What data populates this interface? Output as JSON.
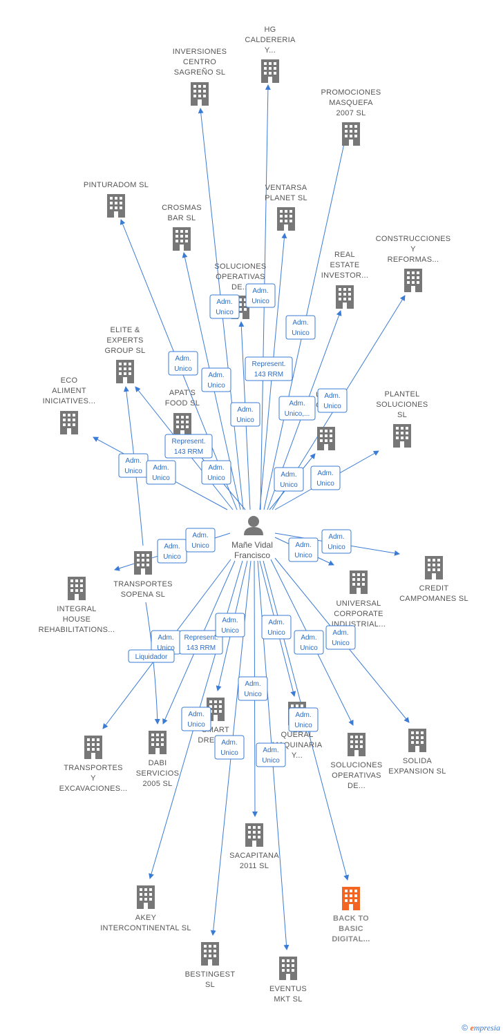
{
  "center": {
    "name_lines": [
      "Mañe Vidal",
      "Francisco"
    ],
    "icon": "person-icon"
  },
  "accent_color": "#3a7bd5",
  "node_color": "#777777",
  "focus_color": "#f26522",
  "companies": [
    {
      "id": "hg",
      "lines": [
        "HG",
        "CALDERERIA",
        "Y..."
      ]
    },
    {
      "id": "inversiones",
      "lines": [
        "INVERSIONES",
        "CENTRO",
        "SAGREÑO  SL"
      ]
    },
    {
      "id": "promociones",
      "lines": [
        "PROMOCIONES",
        "MASQUEFA",
        "2007 SL"
      ]
    },
    {
      "id": "pinturadom",
      "lines": [
        "PINTURADOM SL"
      ]
    },
    {
      "id": "ventarsa",
      "lines": [
        "VENTARSA",
        "PLANET SL"
      ]
    },
    {
      "id": "crosmas",
      "lines": [
        "CROSMAS",
        "BAR SL"
      ]
    },
    {
      "id": "construcciones",
      "lines": [
        "CONSTRUCCIONES",
        "Y",
        "REFORMAS..."
      ]
    },
    {
      "id": "soluciones_top",
      "lines": [
        "SOLUCIONES",
        "OPERATIVAS",
        "DE..."
      ]
    },
    {
      "id": "real_estate",
      "lines": [
        "REAL",
        "ESTATE",
        "INVESTOR..."
      ]
    },
    {
      "id": "elite",
      "lines": [
        "ELITE &",
        "EXPERTS",
        "GROUP  SL"
      ]
    },
    {
      "id": "eco",
      "lines": [
        "ECO",
        "ALIMENT",
        "INICIATIVES..."
      ]
    },
    {
      "id": "apats",
      "lines": [
        "APAT'S",
        "FOOD  SL"
      ]
    },
    {
      "id": "legal",
      "lines": [
        "UNI...",
        "...GAL SL"
      ]
    },
    {
      "id": "plantel",
      "lines": [
        "PLANTEL",
        "SOLUCIONES",
        "SL"
      ]
    },
    {
      "id": "transportes_sopena",
      "lines": [
        "TRANSPORTES",
        "SOPENA SL"
      ]
    },
    {
      "id": "credit",
      "lines": [
        "CREDIT",
        "CAMPOMANES SL"
      ]
    },
    {
      "id": "integral",
      "lines": [
        "INTEGRAL",
        "HOUSE",
        "REHABILITATIONS..."
      ]
    },
    {
      "id": "universal",
      "lines": [
        "UNIVERSAL",
        "CORPORATE",
        "INDUSTRIAL..."
      ]
    },
    {
      "id": "smart",
      "lines": [
        "SMART",
        "DREAM..."
      ]
    },
    {
      "id": "queral",
      "lines": [
        "QUERAL",
        "MAQUINARIA",
        "Y..."
      ]
    },
    {
      "id": "transportes_exc",
      "lines": [
        "TRANSPORTES",
        "Y",
        "EXCAVACIONES..."
      ]
    },
    {
      "id": "dabi",
      "lines": [
        "DABI",
        "SERVICIOS",
        "2005 SL"
      ]
    },
    {
      "id": "soluciones_bottom",
      "lines": [
        "SOLUCIONES",
        "OPERATIVAS",
        "DE..."
      ]
    },
    {
      "id": "solida",
      "lines": [
        "SOLIDA",
        "EXPANSION  SL"
      ]
    },
    {
      "id": "sacapitana",
      "lines": [
        "SACAPITANA",
        "2011 SL"
      ]
    },
    {
      "id": "akey",
      "lines": [
        "AKEY",
        "INTERCONTINENTAL SL"
      ]
    },
    {
      "id": "back_to_basic",
      "lines": [
        "BACK TO",
        "BASIC",
        "DIGITAL..."
      ],
      "focus": true
    },
    {
      "id": "bestingest",
      "lines": [
        "BESTINGEST",
        "SL"
      ]
    },
    {
      "id": "eventus",
      "lines": [
        "EVENTUS",
        "MKT  SL"
      ]
    }
  ],
  "relations": [
    {
      "lines": [
        "Adm.",
        "Unico"
      ]
    },
    {
      "lines": [
        "Adm.",
        "Unico"
      ]
    },
    {
      "lines": [
        "Adm.",
        "Unico"
      ]
    },
    {
      "lines": [
        "Adm.",
        "Unico"
      ]
    },
    {
      "lines": [
        "Represent.",
        "143 RRM"
      ]
    },
    {
      "lines": [
        "Adm.",
        "Unico"
      ]
    },
    {
      "lines": [
        "Adm.",
        "Unico"
      ]
    },
    {
      "lines": [
        "Adm.",
        "Unico,..."
      ]
    },
    {
      "lines": [
        "Adm.",
        "Unico"
      ]
    },
    {
      "lines": [
        "Represent.",
        "143 RRM"
      ]
    },
    {
      "lines": [
        "Adm.",
        "Unico"
      ]
    },
    {
      "lines": [
        "Adm.",
        "Unico"
      ]
    },
    {
      "lines": [
        "Adm.",
        "Unico"
      ]
    },
    {
      "lines": [
        "Adm.",
        "Unico"
      ]
    },
    {
      "lines": [
        "Adm.",
        "Unico"
      ]
    },
    {
      "lines": [
        "Adm.",
        "Unico"
      ]
    },
    {
      "lines": [
        "Adm.",
        "Unico"
      ]
    },
    {
      "lines": [
        "Adm.",
        "Unico"
      ]
    },
    {
      "lines": [
        "Adm.",
        "Unico"
      ]
    },
    {
      "lines": [
        "Adm.",
        "Unico"
      ]
    },
    {
      "lines": [
        "Represent.",
        "143 RRM"
      ]
    },
    {
      "lines": [
        "Liquidador"
      ]
    },
    {
      "lines": [
        "Adm.",
        "Unico"
      ]
    },
    {
      "lines": [
        "Adm.",
        "Unico"
      ]
    },
    {
      "lines": [
        "Adm.",
        "Unico"
      ]
    },
    {
      "lines": [
        "Adm.",
        "Unico"
      ]
    },
    {
      "lines": [
        "Adm.",
        "Unico"
      ]
    },
    {
      "lines": [
        "Adm.",
        "Unico"
      ]
    },
    {
      "lines": [
        "Adm.",
        "Unico"
      ]
    },
    {
      "lines": [
        "Adm.",
        "Unico"
      ]
    },
    {
      "lines": [
        "Adm.",
        "Unico"
      ]
    },
    {
      "lines": [
        "Adm.",
        "Unico"
      ]
    }
  ],
  "footer": {
    "copyright": "©",
    "brand_initial": "e",
    "brand_rest": "mpresia"
  }
}
